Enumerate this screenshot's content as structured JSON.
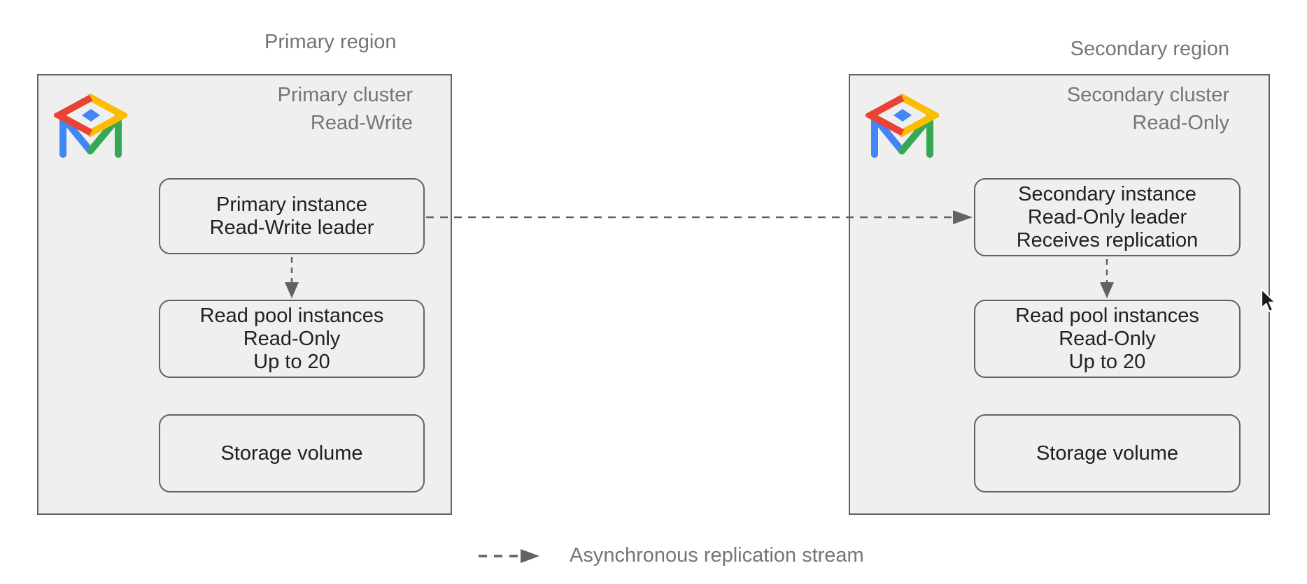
{
  "primary": {
    "region_label": "Primary region",
    "cluster_title": [
      "Primary cluster",
      "Read-Write"
    ],
    "instance_node": [
      "Primary instance",
      "Read-Write leader"
    ],
    "read_pool_node": [
      "Read pool instances",
      "Read-Only",
      "Up to 20"
    ],
    "storage_node": [
      "Storage volume"
    ]
  },
  "secondary": {
    "region_label": "Secondary region",
    "cluster_title": [
      "Secondary cluster",
      "Read-Only"
    ],
    "instance_node": [
      "Secondary instance",
      "Read-Only leader",
      "Receives replication"
    ],
    "read_pool_node": [
      "Read pool instances",
      "Read-Only",
      "Up to 20"
    ],
    "storage_node": [
      "Storage volume"
    ]
  },
  "legend": {
    "replication_label": "Asynchronous replication stream"
  },
  "icons": {
    "cluster_logo": "alloydb-logo-icon",
    "pointer": "mouse-cursor",
    "arrows": "dashed-arrow"
  },
  "colors": {
    "background": "#ffffff",
    "cluster_fill": "#efefef",
    "cluster_border": "#616161",
    "node_border": "#5f6368",
    "muted_text": "#757575",
    "node_text": "#212121",
    "arrow": "#5f6368",
    "brand_red": "#EA4335",
    "brand_yellow": "#FBBC04",
    "brand_green": "#34A853",
    "brand_blue": "#4285F4"
  }
}
